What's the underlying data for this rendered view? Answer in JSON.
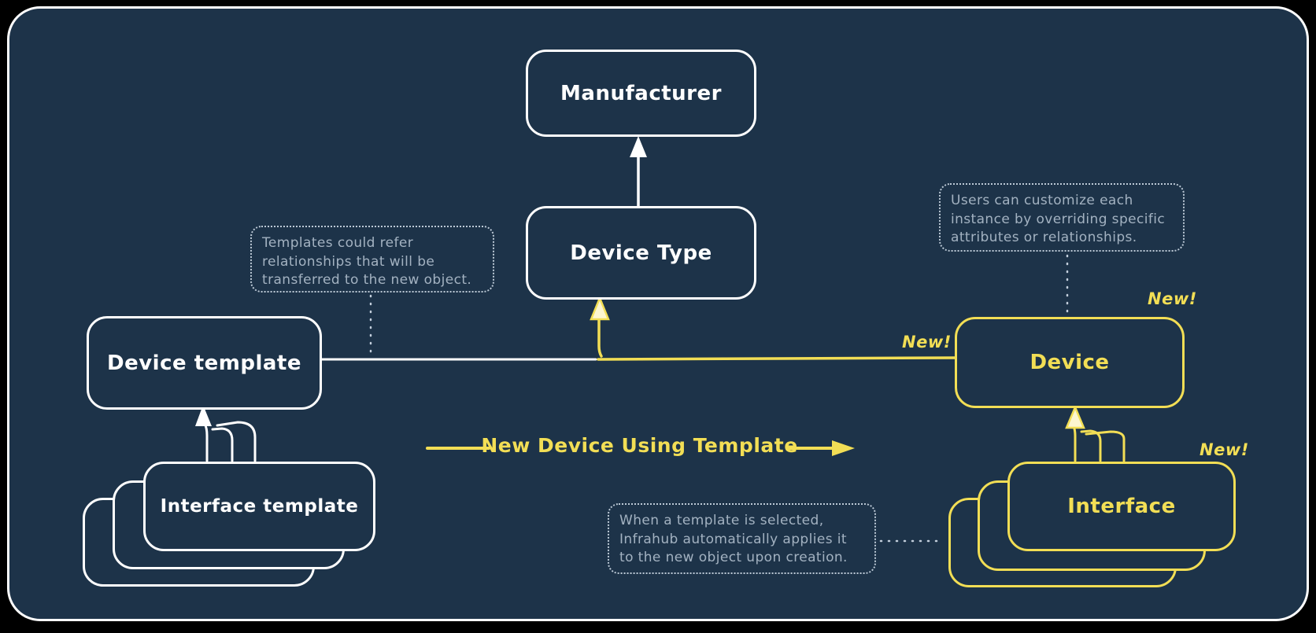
{
  "colors": {
    "background": "#000000",
    "canvas": "#1d3349",
    "stroke_white": "#ffffff",
    "accent_yellow": "#f2de55",
    "annotation_text": "#a3b2c1"
  },
  "nodes": {
    "manufacturer": {
      "label": "Manufacturer"
    },
    "device_type": {
      "label": "Device Type"
    },
    "device_template": {
      "label": "Device template"
    },
    "interface_template": {
      "label": "Interface template"
    },
    "device": {
      "label": "Device",
      "badge": "New!"
    },
    "interface": {
      "label": "Interface",
      "badge": "New!"
    }
  },
  "flow": {
    "label": "New Device Using Template",
    "badge": "New!"
  },
  "annotations": {
    "templates_refer": "Templates could refer\nrelationships that will be\ntransferred to the new object.",
    "users_customize": "Users can customize each\ninstance by overriding specific\nattributes or relationships.",
    "template_applied": "When a template is selected,\nInfrahub automatically applies it\nto the new object upon creation."
  }
}
